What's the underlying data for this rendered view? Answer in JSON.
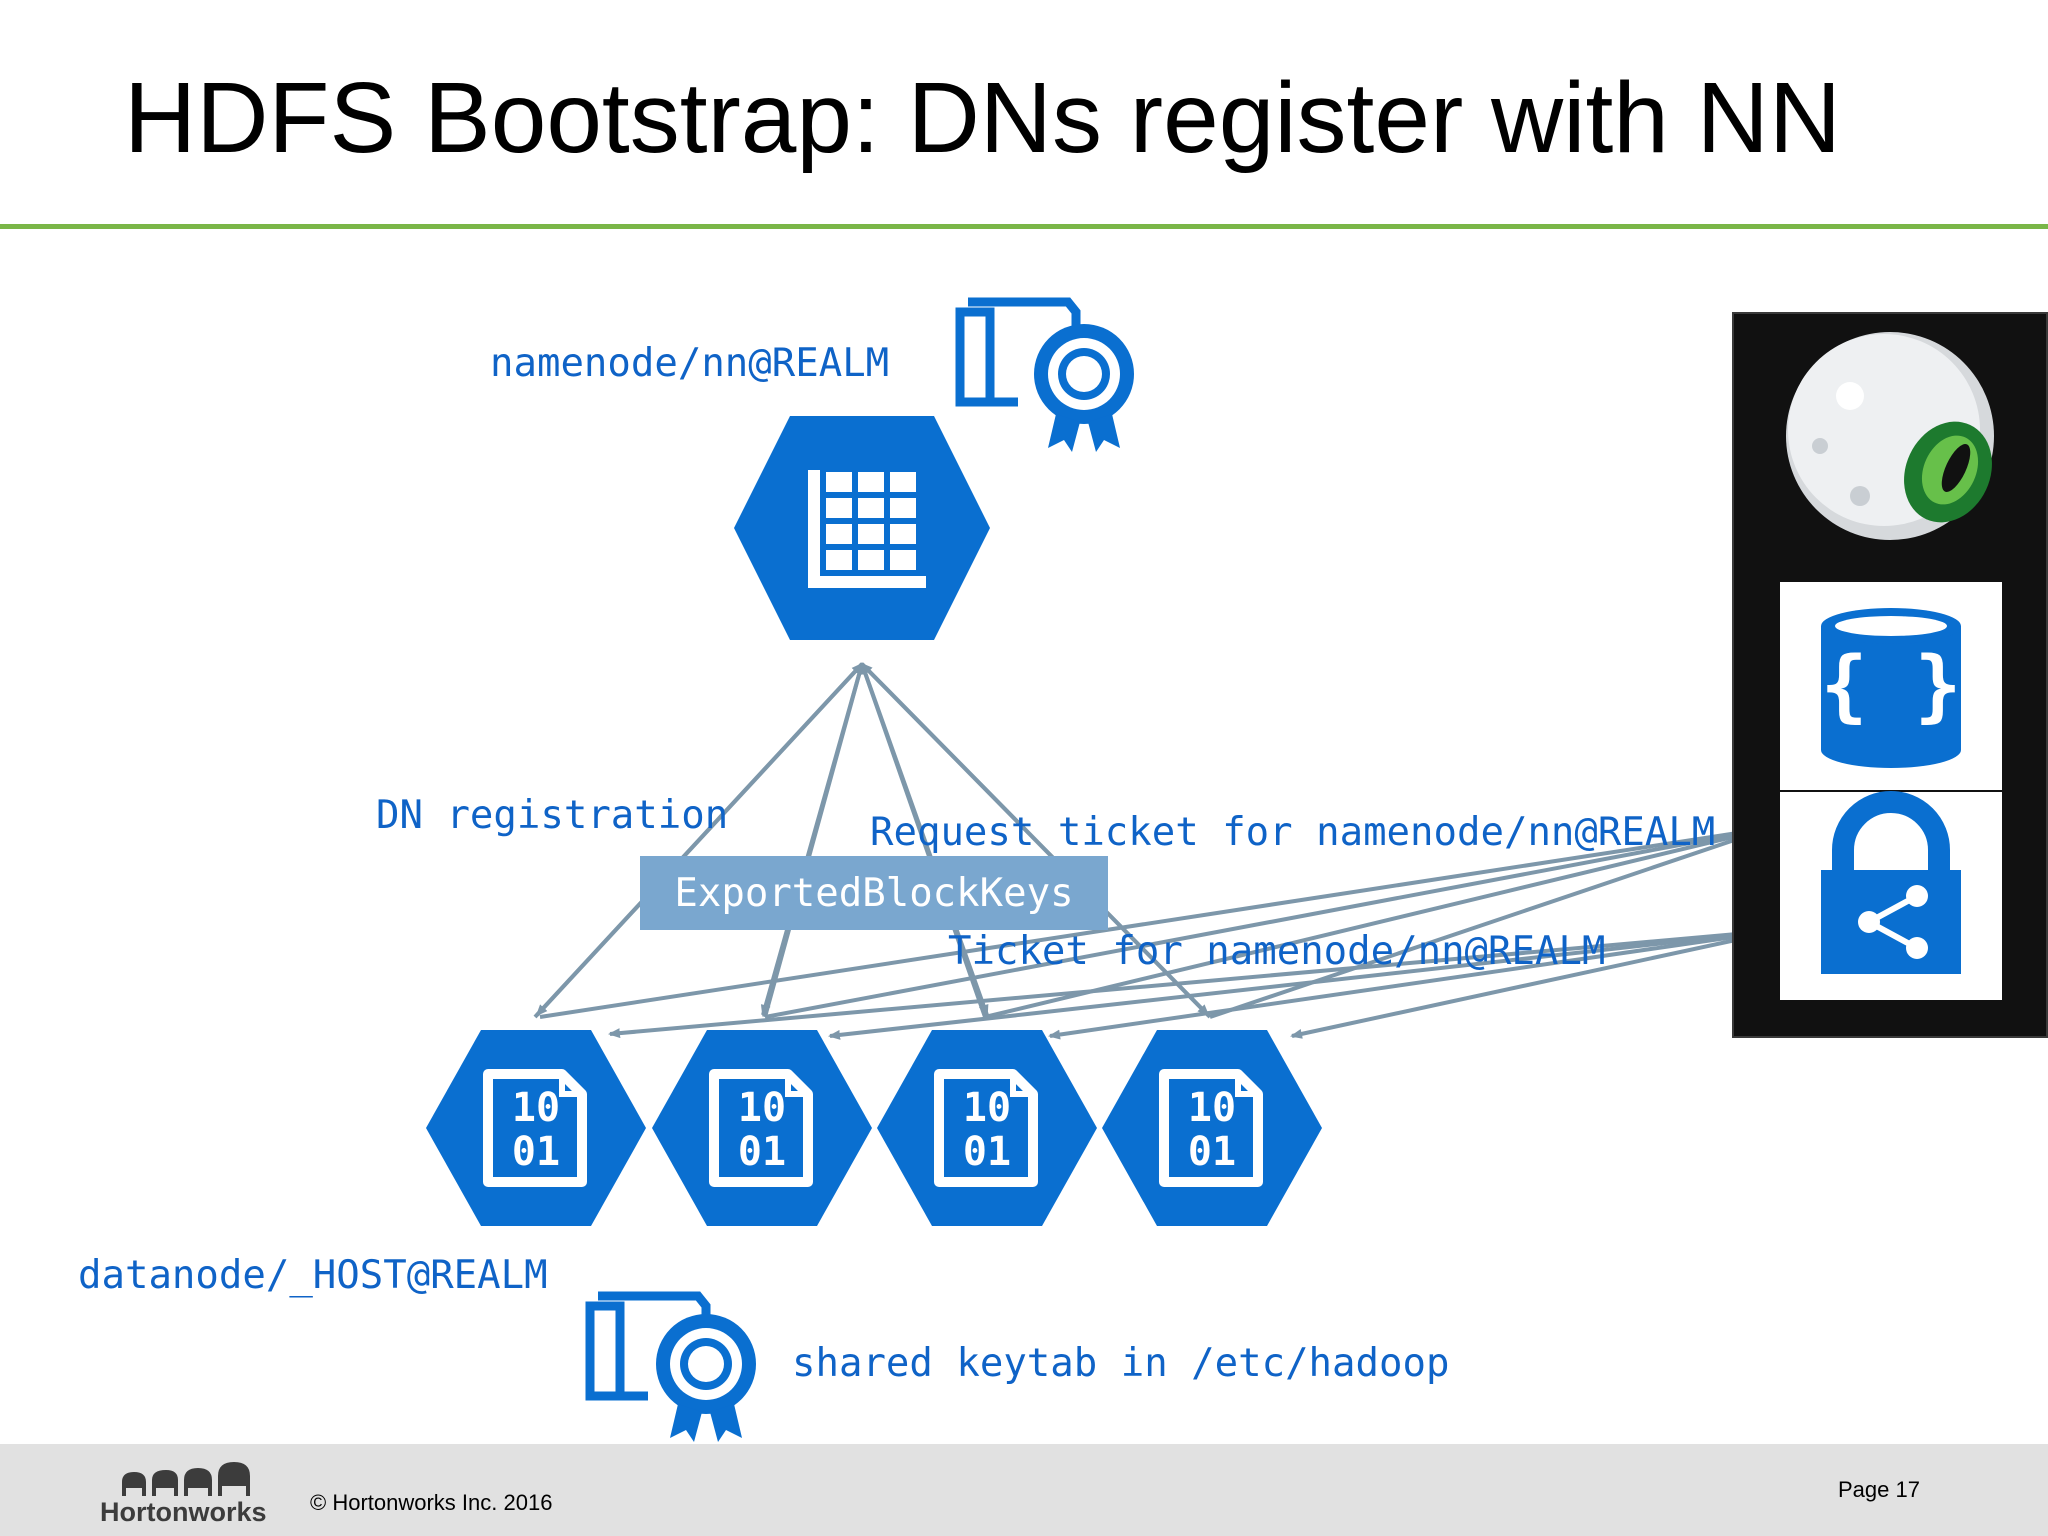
{
  "title": "HDFS Bootstrap: DNs register with NN",
  "labels": {
    "namenode_principal": "namenode/nn@REALM",
    "dn_registration": "DN registration",
    "request_ticket": "Request ticket for namenode/nn@REALM",
    "exported_block_keys": "ExportedBlockKeys",
    "ticket": "Ticket for namenode/nn@REALM",
    "datanode_principal": "datanode/_HOST@REALM",
    "shared_keytab": "shared keytab in /etc/hadoop"
  },
  "datanode_icon_text": [
    "10",
    "01"
  ],
  "footer": {
    "brand": "Hortonworks",
    "copyright": "© Hortonworks Inc. 2016",
    "page": "Page 17"
  },
  "colors": {
    "accent_rule": "#7ab648",
    "node_blue": "#0a6fd0",
    "label_blue": "#0f63c7",
    "arrow": "#7d97aa",
    "box_fill": "#7aa7cf"
  },
  "icons": {
    "namenode": "table-grid-hexagon-icon",
    "datanode": "binary-file-hexagon-icon",
    "keytab": "certificate-icon",
    "kdc_mascot": "eyeball-icon",
    "database": "database-braces-icon",
    "kdc_lock": "share-lock-icon"
  }
}
